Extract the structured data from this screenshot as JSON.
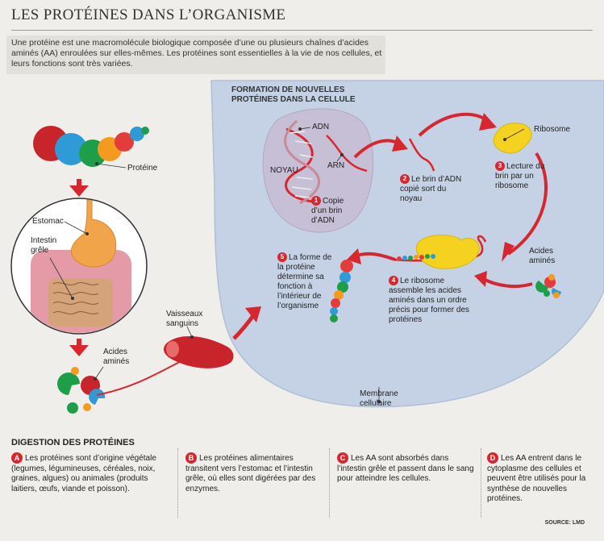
{
  "title": "LES PROTÉINES DANS L’ORGANISME",
  "intro": "Une protéine est une macromolécule biologique composée d’une ou plusieurs chaînes d’acides aminés (AA) enroulées sur elles-mêmes. Les protéines sont essentielles à la vie de nos cellules, et leurs fonctions sont très variées.",
  "left": {
    "proteine": "Protéine",
    "estomac": "Estomac",
    "intestin": "Intestin grêle",
    "acides": "Acides aminés",
    "vaisseaux": "Vaisseaux sanguins"
  },
  "cell": {
    "heading": "FORMATION DE NOUVELLES PROTÉINES DANS LA CELLULE",
    "adn": "ADN",
    "arn": "ARN",
    "noyau": "NOYAU",
    "ribosome": "Ribosome",
    "acides": "Acides aminés",
    "membrane": "Membrane cellulaire",
    "steps": [
      {
        "n": "1",
        "text": "Copie d’un brin d’ADN"
      },
      {
        "n": "2",
        "text": "Le brin d’ADN copié sort du noyau"
      },
      {
        "n": "3",
        "text": "Lecture du brin par un ribosome"
      },
      {
        "n": "4",
        "text": "Le ribosome assemble les acides aminés dans un ordre précis pour former des protéines"
      },
      {
        "n": "5",
        "text": "La forme de la protéine détermine sa fonction à l’intérieur de l’organisme"
      }
    ]
  },
  "digestion": {
    "title": "DIGESTION DES PROTÉINES",
    "steps": [
      {
        "letter": "A",
        "text": "Les protéines sont d’origine végétale (legumes, légumineuses, céréales, noix, graines, algues) ou animales (produits laitiers, œufs, viande et poisson)."
      },
      {
        "letter": "B",
        "text": "Les protéines alimentaires transitent vers l’estomac et l’intestin grêle, où elles sont digérées par des enzymes."
      },
      {
        "letter": "C",
        "text": "Les AA sont absorbés dans l’intestin grêle et passent dans le sang pour atteindre les cellules."
      },
      {
        "letter": "D",
        "text": "Les AA entrent dans le cytoplasme des cellules et peuvent être utilisés pour la synthèse de nouvelles protéines."
      }
    ]
  },
  "source": "SOURCE: LMD",
  "colors": {
    "red": "#d8262e",
    "cell": "#c5d2e6",
    "nucleus": "#c7bfd6",
    "ribosome": "#f5d21f",
    "stomach": "#f2a44a",
    "intestine": "#e59aa8"
  }
}
